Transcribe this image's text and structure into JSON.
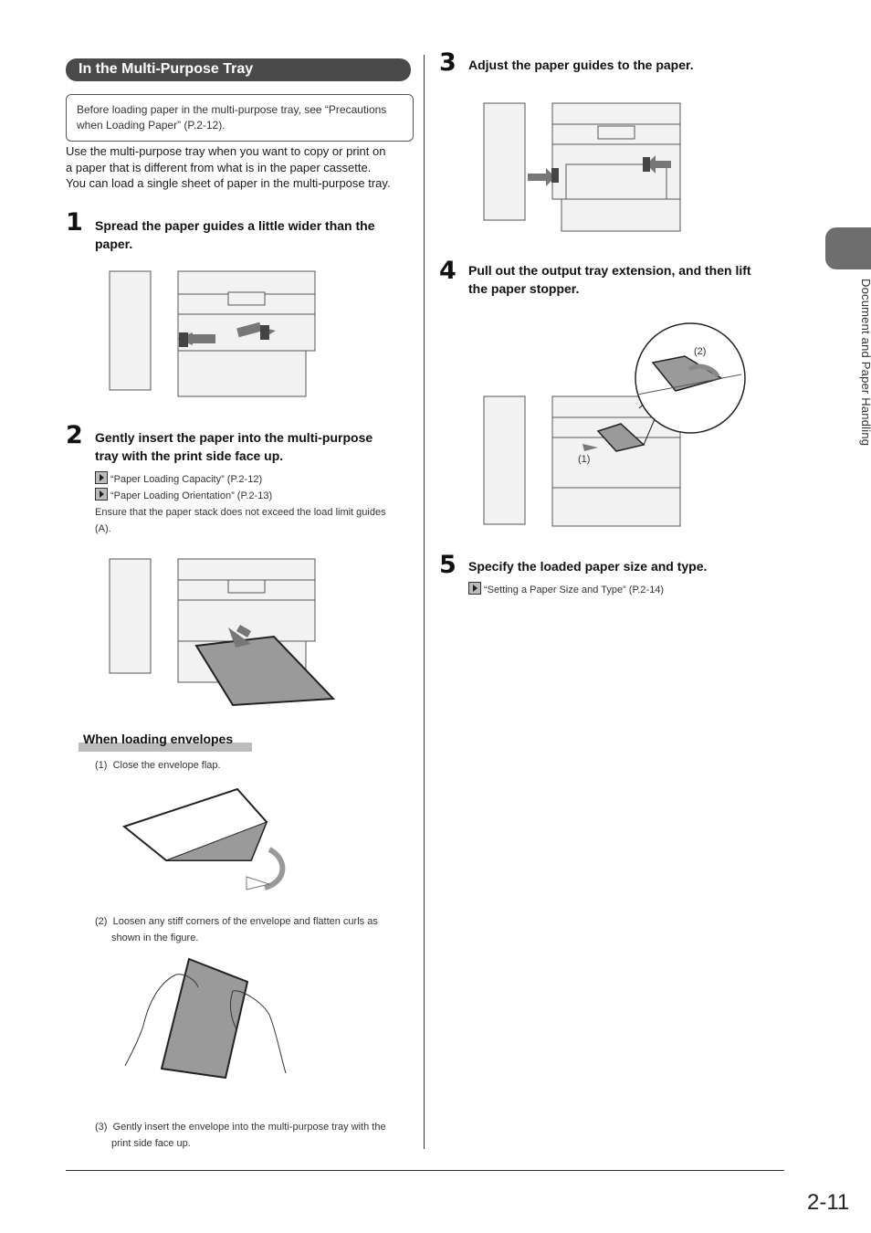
{
  "section": {
    "title": "In the Multi-Purpose Tray",
    "note": "Before loading paper in the multi-purpose tray, see “Precautions when Loading Paper” (P.2-12).",
    "intro": [
      "Use the multi-purpose tray when you want to copy or print on",
      "a paper that is different from what is in the paper cassette.",
      "You can load a single sheet of paper in the multi-purpose tray."
    ]
  },
  "steps": [
    {
      "num": "1",
      "text": [
        "Spread the paper guides a little wider than the",
        "paper."
      ]
    },
    {
      "num": "2",
      "text": [
        "Gently insert the paper into the multi-purpose",
        "tray with the print side face up."
      ],
      "refs": [
        "“Paper Loading Capacity” (P.2-12)",
        "“Paper Loading Orientation” (P.2-13)"
      ],
      "note": [
        "Ensure that the paper stack does not exceed the load limit guides",
        "(A)."
      ]
    },
    {
      "num": "3",
      "text": [
        "Adjust the paper guides to the paper."
      ]
    },
    {
      "num": "4",
      "text": [
        "Pull out the output tray extension, and then lift",
        "the paper stopper."
      ],
      "callouts": [
        "(1)",
        "(2)"
      ]
    },
    {
      "num": "5",
      "text": [
        "Specify the loaded paper size and type."
      ],
      "refs": [
        "“Setting a Paper Size and Type” (P.2-14)"
      ]
    }
  ],
  "envelopes": {
    "heading": "When loading envelopes",
    "items": [
      {
        "num": "(1)",
        "lines": [
          "Close the envelope flap."
        ]
      },
      {
        "num": "(2)",
        "lines": [
          "Loosen any stiff corners of the envelope and flatten curls as",
          "shown in the figure."
        ]
      },
      {
        "num": "(3)",
        "lines": [
          "Gently insert the envelope into the multi-purpose tray with the",
          "print side face up."
        ]
      }
    ]
  },
  "sidebar": {
    "label": "Document and Paper Handling"
  },
  "page_number": "2-11"
}
